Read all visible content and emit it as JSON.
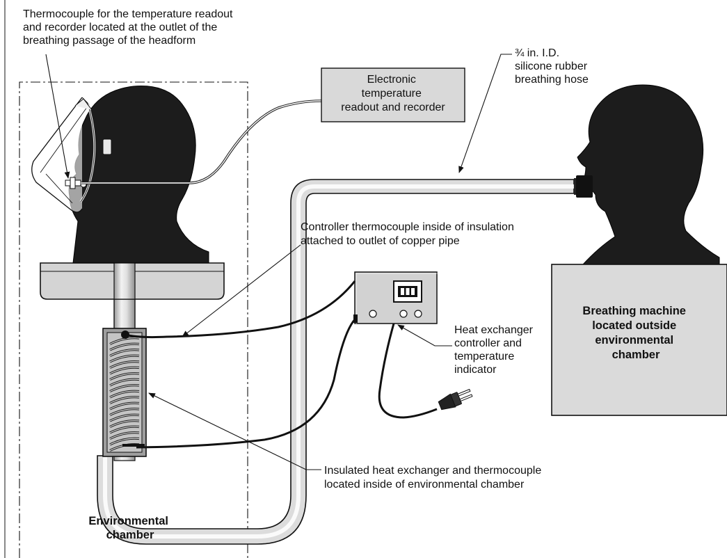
{
  "labels": {
    "thermocouple_readout": [
      "Thermocouple for the temperature readout",
      "and recorder located at the outlet of the",
      "breathing passage of the headform"
    ],
    "electronic_readout": [
      "Electronic",
      "temperature",
      "readout and recorder"
    ],
    "hose": [
      "¾ in. I.D.",
      "silicone rubber",
      "breathing hose"
    ],
    "controller_thermocouple": [
      "Controller thermocouple inside of insulation",
      "attached to outlet of copper pipe"
    ],
    "heat_exchanger_controller": [
      "Heat exchanger",
      "controller and",
      "temperature",
      "indicator"
    ],
    "breathing_machine": [
      "Breathing machine",
      "located outside",
      "environmental",
      "chamber"
    ],
    "insulated_heat_exchanger": [
      "Insulated heat exchanger and thermocouple",
      "located inside of environmental chamber"
    ],
    "environmental_chamber": [
      "Environmental",
      "chamber"
    ]
  },
  "colors": {
    "ink": "#111111",
    "box_fill": "#dadada",
    "pipe_fill": "#e6e6e6",
    "head_fill": "#1a1a1a",
    "coil_fill": "#b8b8b8"
  }
}
